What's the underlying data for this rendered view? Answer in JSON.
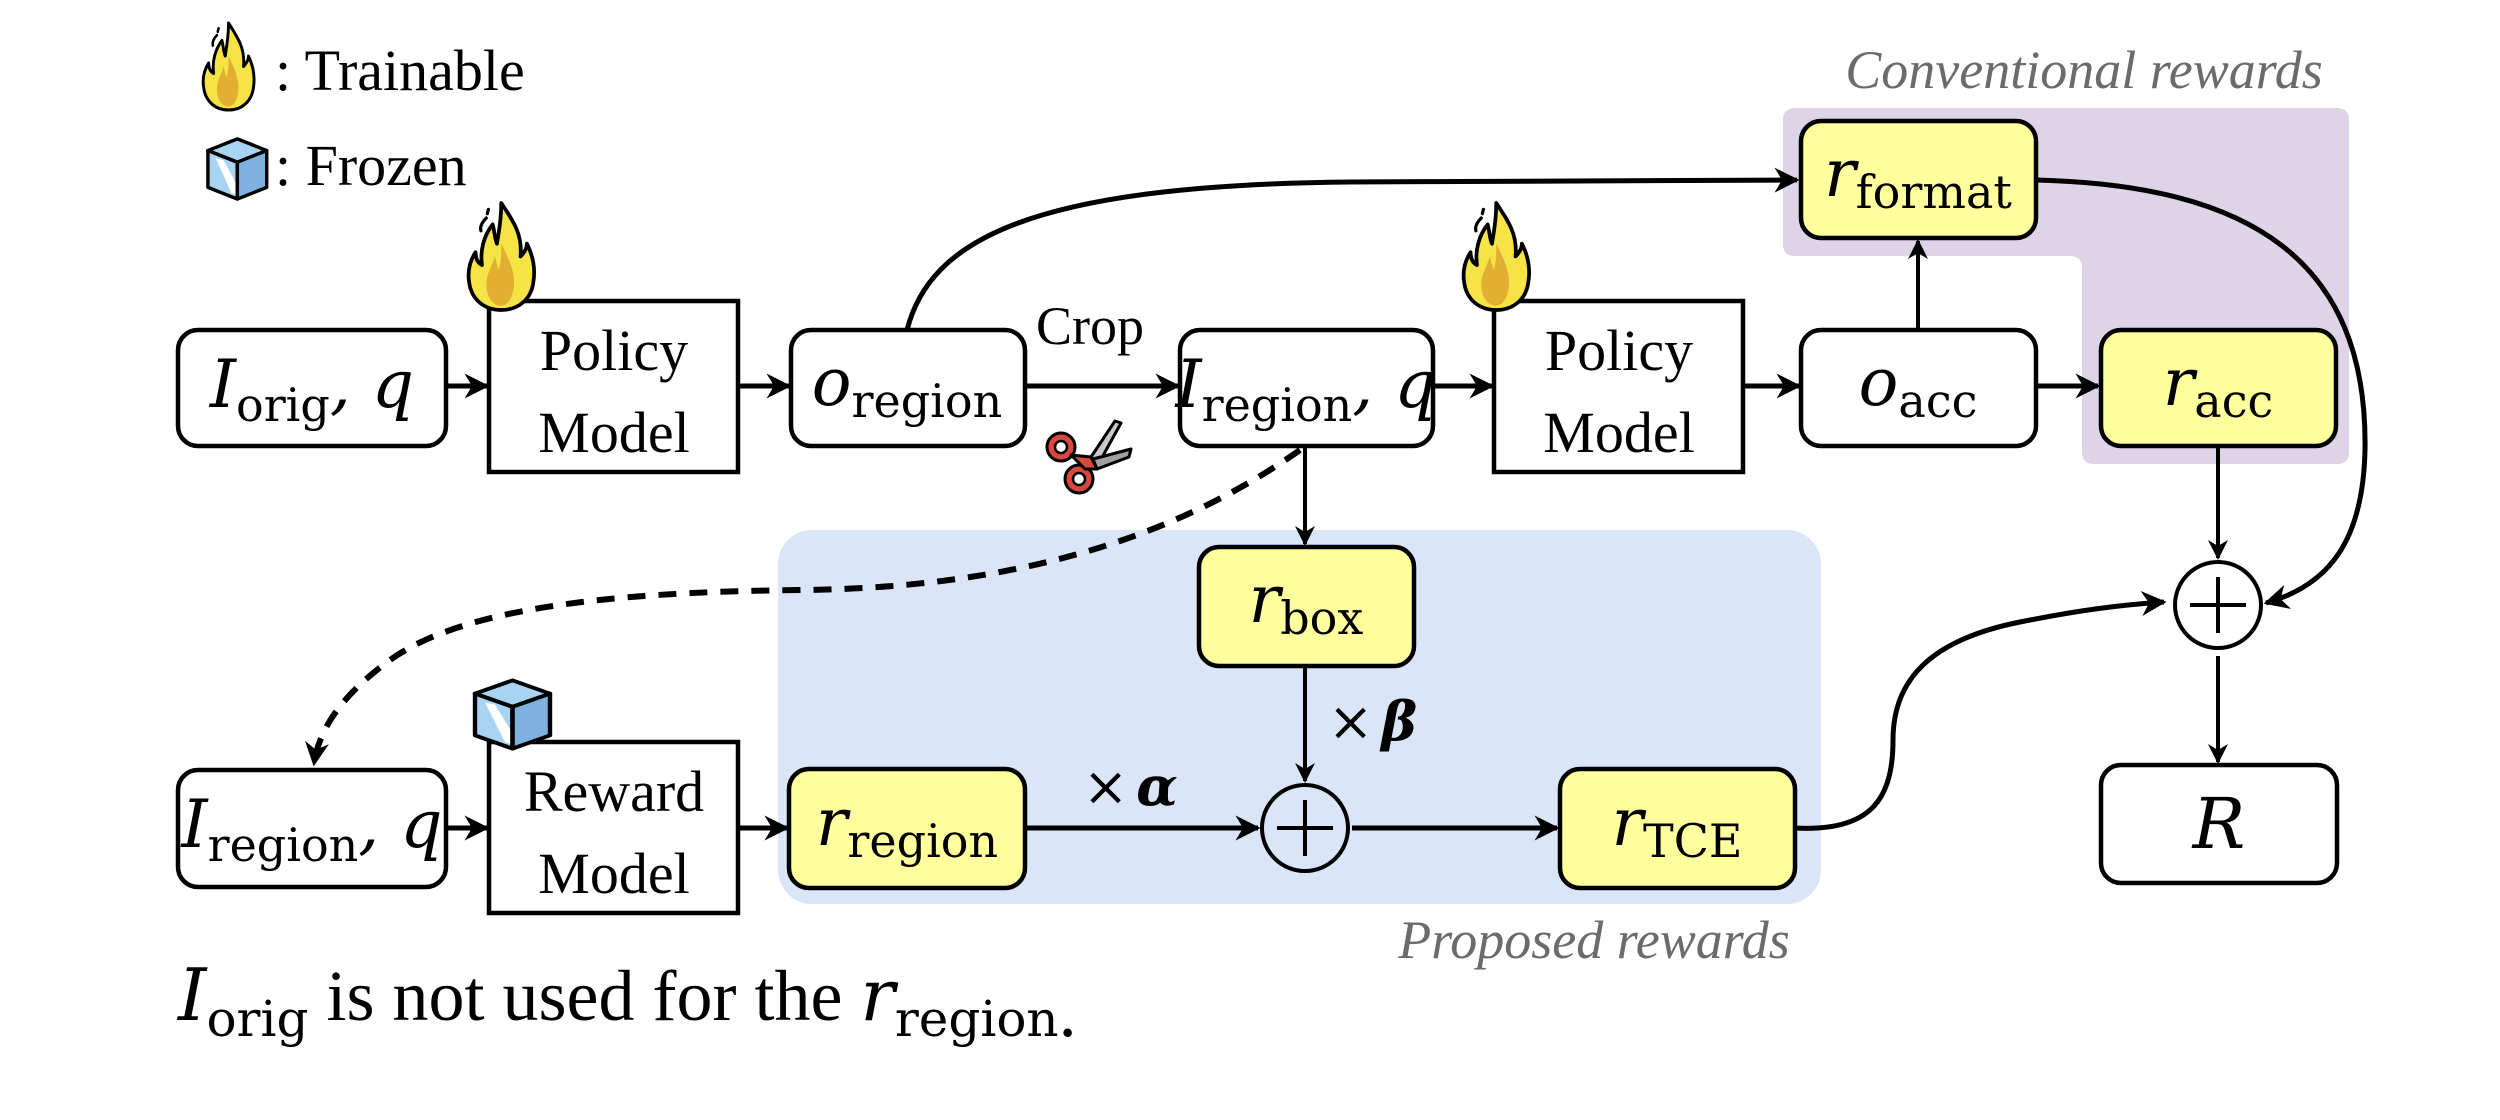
{
  "legend": {
    "trainable": {
      "icon": "flame-icon",
      "label": ": Trainable"
    },
    "frozen": {
      "icon": "ice-cube-icon",
      "label": ": Frozen"
    }
  },
  "colors": {
    "reward_fill": "#ffff9e",
    "conventional_bg": "#ddd5e7",
    "proposed_bg": "#dae5f8",
    "group_label": "#6b6b6b",
    "emphasis_red": "#d62f2f",
    "flame_outer": "#f6e447",
    "flame_inner": "#e1b033",
    "ice_light": "#a8d4f4",
    "ice_dark": "#7fb1e0"
  },
  "groups": {
    "conventional": "Conventional rewards",
    "proposed": "Proposed rewards"
  },
  "nodes": {
    "input_orig": {
      "main": "I",
      "sub": "orig",
      "suffix": ", q"
    },
    "policy1": {
      "line1": "Policy",
      "line2": "Model",
      "badge": "trainable"
    },
    "o_region": {
      "main": "o",
      "sub": "region"
    },
    "input_region": {
      "main": "I",
      "sub": "region",
      "suffix": ", q"
    },
    "policy2": {
      "line1": "Policy",
      "line2": "Model",
      "badge": "trainable"
    },
    "o_acc": {
      "main": "o",
      "sub": "acc"
    },
    "r_format": {
      "main": "r",
      "sub": "format"
    },
    "r_acc": {
      "main": "r",
      "sub": "acc"
    },
    "r_box": {
      "main": "r",
      "sub": "box"
    },
    "input_region_2": {
      "main": "I",
      "sub": "region",
      "suffix": ", q"
    },
    "reward_model": {
      "line1": "Reward",
      "line2": "Model",
      "badge": "frozen"
    },
    "r_region": {
      "main": "r",
      "sub": "region"
    },
    "sum_inner": {
      "symbol": "+"
    },
    "r_tce": {
      "main": "r",
      "sub": "TCE"
    },
    "sum_outer": {
      "symbol": "+"
    },
    "R": {
      "main": "R"
    }
  },
  "edge_labels": {
    "crop": "Crop",
    "alpha": {
      "times": "×",
      "symbol": "α"
    },
    "beta": {
      "times": "×",
      "symbol": "β"
    }
  },
  "caption": {
    "main": "I",
    "sub": "orig",
    "part1": " is ",
    "emphasis": "not",
    "part2": " used for the ",
    "var_main": "r",
    "var_sub": "region",
    "end": "."
  }
}
